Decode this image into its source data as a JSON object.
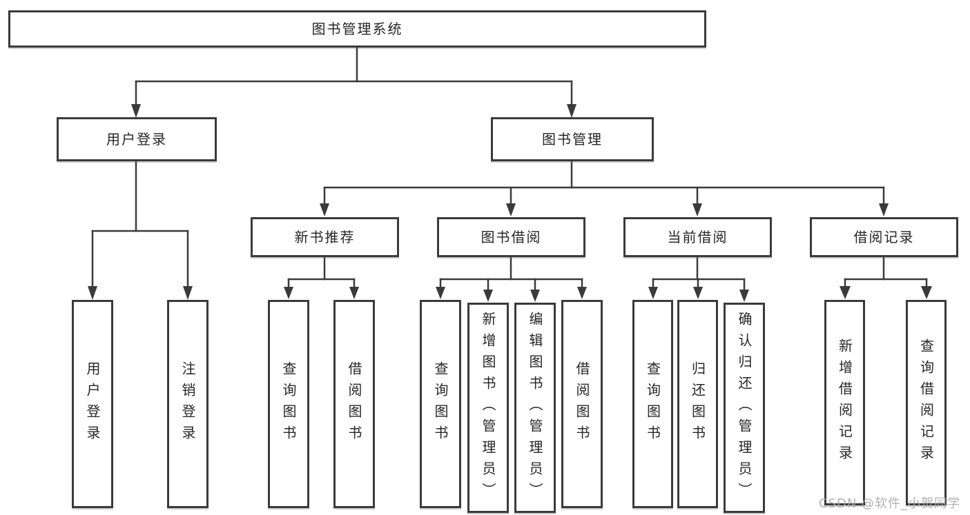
{
  "diagram": {
    "type": "tree",
    "colors": {
      "line": "#3a3a3a",
      "box_border": "#3a3a3a",
      "text": "#262626",
      "watermark": "#ababab",
      "background": "#ffffff"
    },
    "tree": {
      "label": "图书管理系统",
      "children": [
        {
          "label": "用户登录",
          "children": [
            {
              "label": "用户登录"
            },
            {
              "label": "注销登录"
            }
          ]
        },
        {
          "label": "图书管理",
          "children": [
            {
              "label": "新书推荐",
              "children": [
                {
                  "label": "查询图书"
                },
                {
                  "label": "借阅图书"
                }
              ]
            },
            {
              "label": "图书借阅",
              "children": [
                {
                  "label": "查询图书"
                },
                {
                  "label": "新增图书（管理员）"
                },
                {
                  "label": "编辑图书（管理员）"
                },
                {
                  "label": "借阅图书"
                }
              ]
            },
            {
              "label": "当前借阅",
              "children": [
                {
                  "label": "查询图书"
                },
                {
                  "label": "归还图书"
                },
                {
                  "label": "确认归还（管理员）"
                }
              ]
            },
            {
              "label": "借阅记录",
              "children": [
                {
                  "label": "新增借阅记录"
                },
                {
                  "label": "查询借阅记录"
                }
              ]
            }
          ]
        }
      ]
    },
    "watermark": {
      "text": "CSDN @软件_小贺同学"
    }
  }
}
